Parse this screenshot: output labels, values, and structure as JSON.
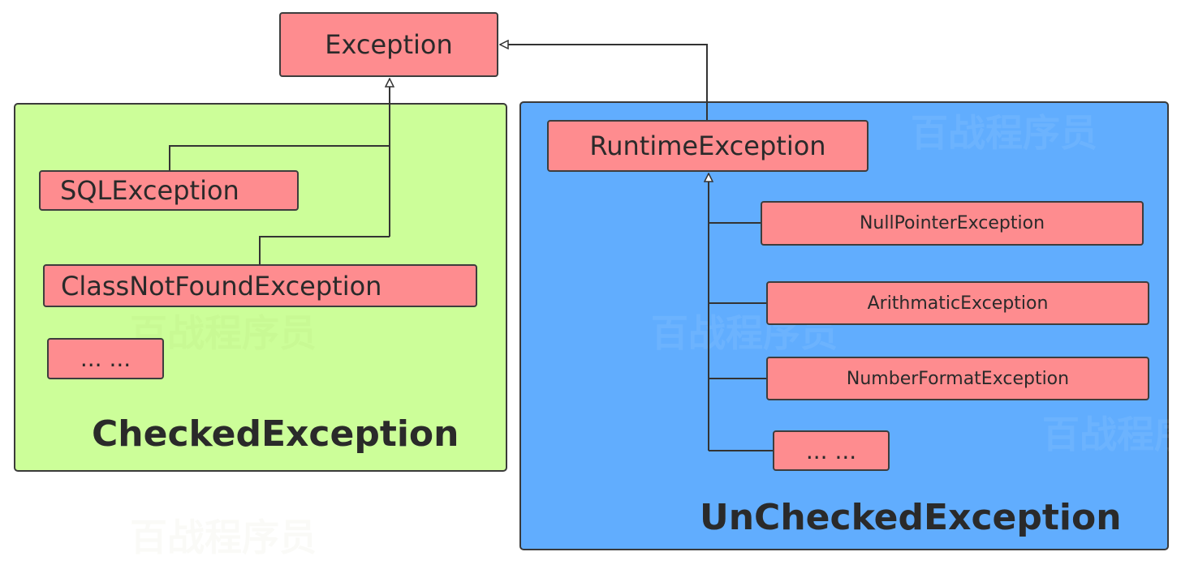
{
  "nodes": {
    "exception": "Exception",
    "sql_exception": "SQLException",
    "class_not_found_exception": "ClassNotFoundException",
    "checked_ellipsis": "... ...",
    "runtime_exception": "RuntimeException",
    "null_pointer_exception": "NullPointerException",
    "arithmatic_exception": "ArithmaticException",
    "number_format_exception": "NumberFormatException",
    "unchecked_ellipsis": "... ..."
  },
  "groups": {
    "checked": {
      "title": "CheckedException",
      "color": "#ccfe99"
    },
    "unchecked": {
      "title": "UnCheckedException",
      "color": "#61adfe"
    }
  },
  "node_color": "#fe8c8f",
  "watermark": "百战程序员"
}
